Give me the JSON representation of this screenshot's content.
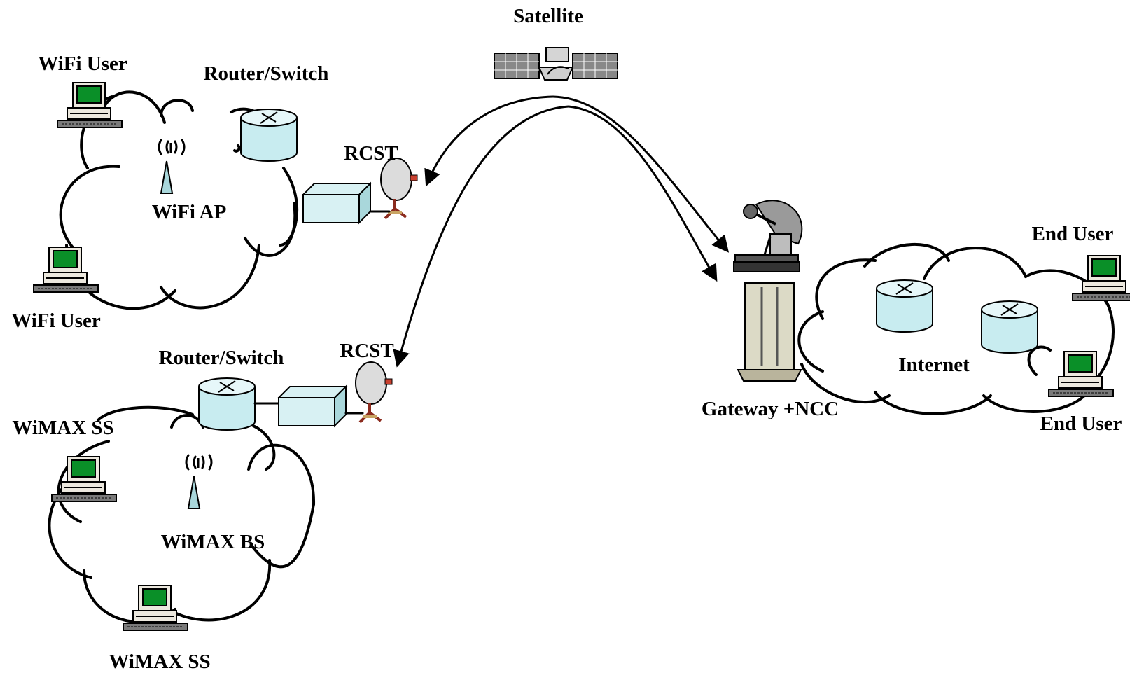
{
  "labels": {
    "satellite": "Satellite",
    "wifi_user_top": "WiFi User",
    "router_switch_top": "Router/Switch",
    "rcst_top": "RCST",
    "wifi_ap": "WiFi AP",
    "wifi_user_bottom": "WiFi User",
    "router_switch_bottom": "Router/Switch",
    "rcst_bottom": "RCST",
    "wimax_ss_left": "WiMAX SS",
    "wimax_bs": "WiMAX BS",
    "wimax_ss_bottom": "WiMAX SS",
    "gateway_ncc": "Gateway +NCC",
    "internet": "Internet",
    "end_user_top": "End User",
    "end_user_bottom": "End User"
  },
  "icons": [
    "satellite-icon",
    "computer-icon",
    "router-icon",
    "access-point-icon",
    "modem-box-icon",
    "rcst-dish-icon",
    "gateway-dish-icon",
    "server-rack-icon",
    "cloud-icon"
  ],
  "colors": {
    "screen": "#0a8f28",
    "device_fill": "#c8ecf0",
    "background": "#ffffff"
  }
}
